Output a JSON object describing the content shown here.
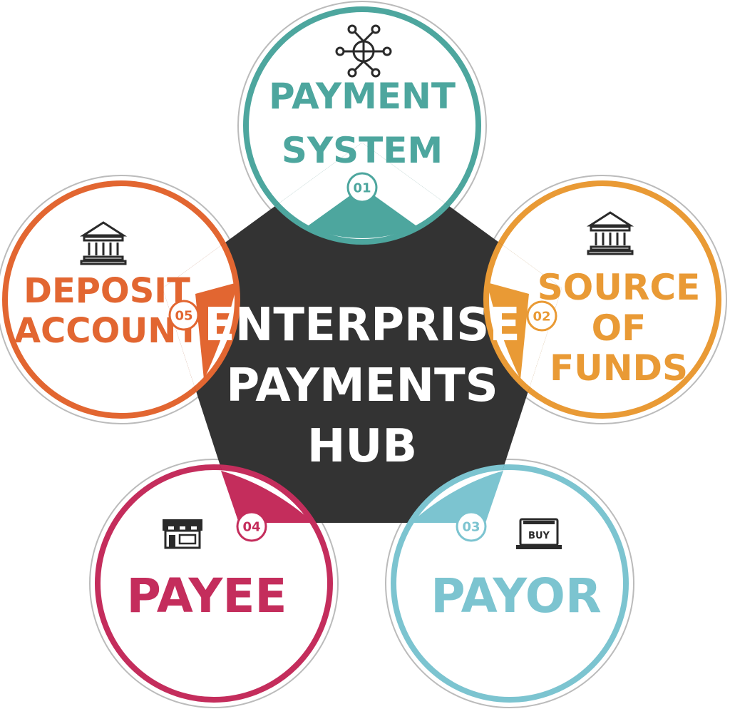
{
  "colors": {
    "hub": "#333333",
    "payment_system": "#4da69e",
    "source_of_funds": "#e99a35",
    "payor": "#7cc4d0",
    "payee": "#c42d5c",
    "deposit_account": "#e26631",
    "icon": "#2a2a2a"
  },
  "hub": {
    "line1": "ENTERPRISE",
    "line2": "PAYMENTS",
    "line3": "HUB"
  },
  "nodes": {
    "payment_system": {
      "number": "01",
      "line1": "PAYMENT",
      "line2": "SYSTEM",
      "icon": "network-icon"
    },
    "source_of_funds": {
      "number": "02",
      "line1": "SOURCE",
      "line2": "OF",
      "line3": "FUNDS",
      "icon": "bank-icon"
    },
    "payor": {
      "number": "03",
      "line1": "PAYOR",
      "icon": "buy-laptop-icon",
      "icon_text": "BUY"
    },
    "payee": {
      "number": "04",
      "line1": "PAYEE",
      "icon": "storefront-icon"
    },
    "deposit_account": {
      "number": "05",
      "line1": "DEPOSIT",
      "line2": "ACCOUNT",
      "icon": "bank-icon"
    }
  }
}
